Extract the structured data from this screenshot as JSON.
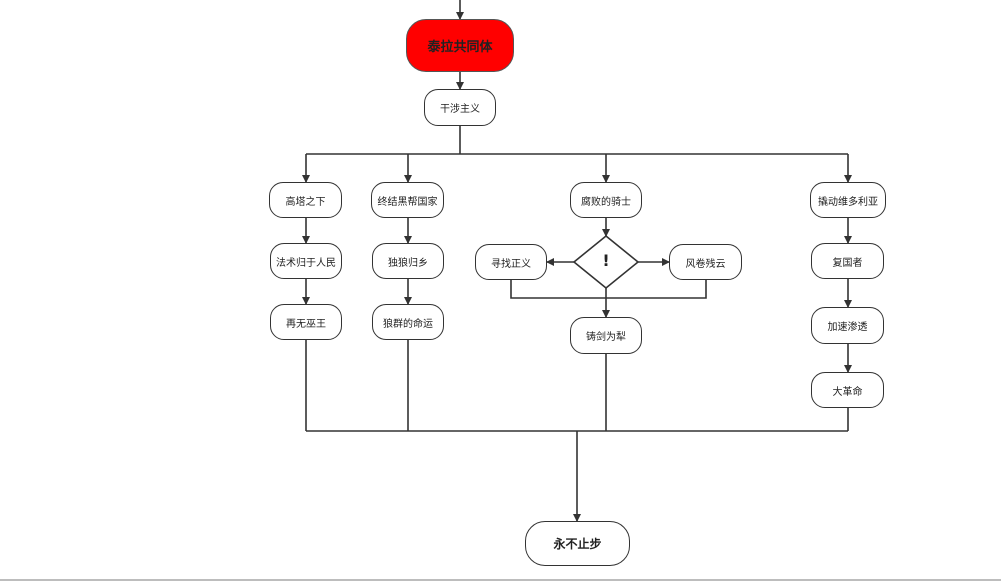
{
  "diagram": {
    "nodes": {
      "terra": {
        "label": "泰拉共同体",
        "fill": "#ff0000"
      },
      "interventionism": {
        "label": "干涉主义"
      },
      "under_tower": {
        "label": "高塔之下"
      },
      "end_gangs": {
        "label": "终结黑帮国家"
      },
      "corrupt_knight": {
        "label": "腐败的骑士"
      },
      "stir_victoria": {
        "label": "撬动维多利亚"
      },
      "magic_to_people": {
        "label": "法术归于人民"
      },
      "lone_wolf": {
        "label": "独狼归乡"
      },
      "seek_justice": {
        "label": "寻找正义"
      },
      "decision": {
        "label": "!"
      },
      "wind_clouds": {
        "label": "风卷残云"
      },
      "restorer": {
        "label": "复国者"
      },
      "no_witch_king": {
        "label": "再无巫王"
      },
      "wolf_pack_fate": {
        "label": "狼群的命运"
      },
      "swords_to_plows": {
        "label": "铸剑为犁"
      },
      "accelerate": {
        "label": "加速渗透"
      },
      "great_revolution": {
        "label": "大革命"
      },
      "never_stop": {
        "label": "永不止步"
      }
    },
    "colors": {
      "line": "#333333",
      "start_fill": "#ff0000"
    }
  }
}
